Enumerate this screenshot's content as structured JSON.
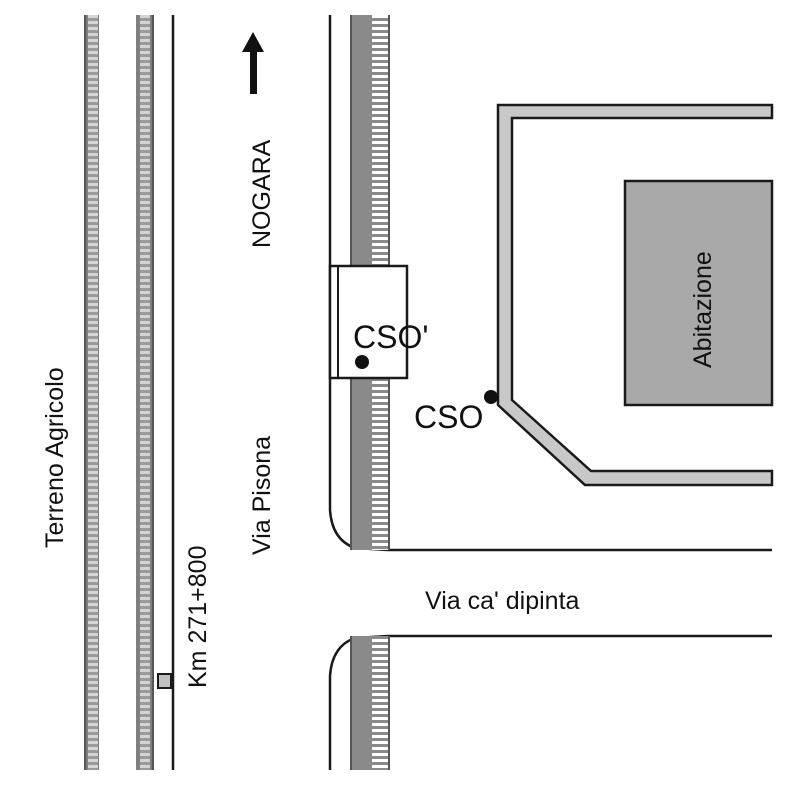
{
  "labels": {
    "terreno": "Terreno Agricolo",
    "km": "Km 271+800",
    "via_pisona": "Via Pisona",
    "nogara": "NOGARA",
    "via_ca_dipinta": "Via ca' dipinta",
    "abitazione": "Abitazione",
    "cso_prime": "CSO'",
    "cso": "CSO"
  },
  "colors": {
    "line": "#1a1a1a",
    "rail_gray": "#8c8c8c",
    "rail_light": "#d8d8d8",
    "wall_fill": "#c8c8c8",
    "house_fill": "#a9a9a9"
  }
}
